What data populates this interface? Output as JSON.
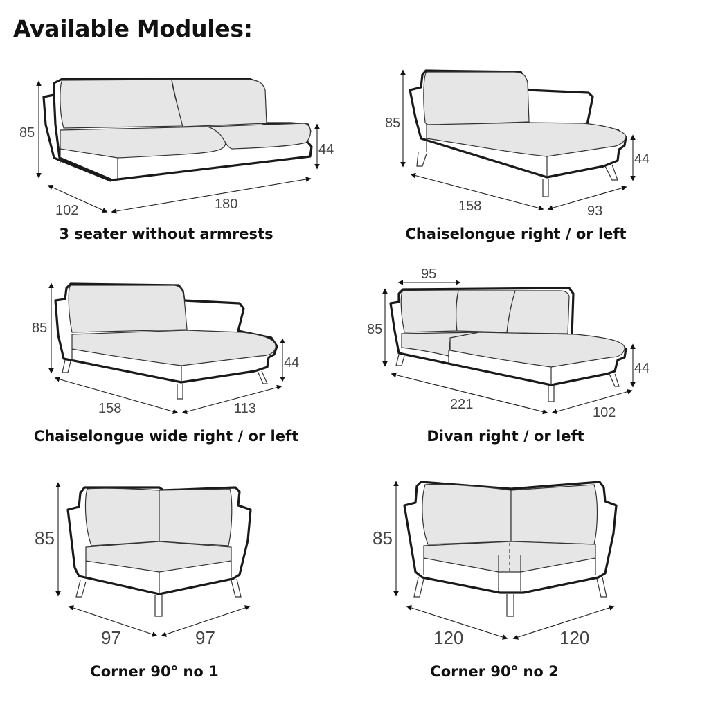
{
  "page": {
    "title": "Available Modules:"
  },
  "modules": [
    {
      "name": "3 seater without armrests",
      "dimensions": {
        "height": "85",
        "seat_height": "44",
        "depth": "102",
        "width": "180"
      }
    },
    {
      "name": "Chaiselongue right / or left",
      "dimensions": {
        "height": "85",
        "seat_height": "44",
        "length": "158",
        "depth": "93"
      }
    },
    {
      "name": "Chaiselongue wide right / or left",
      "dimensions": {
        "height": "85",
        "seat_height": "44",
        "length": "158",
        "depth": "113"
      }
    },
    {
      "name": "Divan right / or left",
      "dimensions": {
        "height": "85",
        "seat_height": "44",
        "back_cushion_width": "95",
        "length": "221",
        "depth": "102"
      }
    },
    {
      "name": "Corner 90° no 1",
      "dimensions": {
        "height": "85",
        "side_a": "97",
        "side_b": "97"
      }
    },
    {
      "name": "Corner 90° no 2",
      "dimensions": {
        "height": "85",
        "side_a": "120",
        "side_b": "120"
      }
    }
  ],
  "colors": {
    "cushion_fill": "#e6e6e6",
    "outline": "#1a1a1a",
    "dimension_text": "#444444"
  }
}
